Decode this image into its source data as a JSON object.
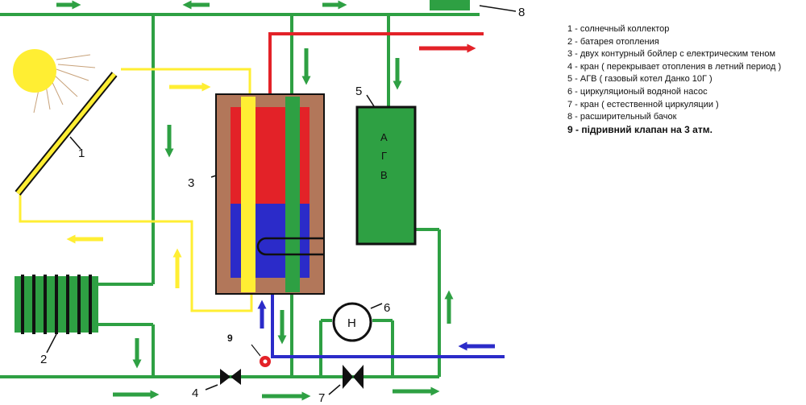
{
  "labels": {
    "n1": "1",
    "n2": "2",
    "n3": "3",
    "n4": "4",
    "n5": "5",
    "n6": "6",
    "n7": "7",
    "n8": "8",
    "n9": "9"
  },
  "boiler_text": [
    "А",
    "Г",
    "В"
  ],
  "pump_letter": "Н",
  "legend": [
    "1 - солнечный коллектор",
    "2 - батарея отопления",
    "3 - двух контурный бойлер с електрическим теном",
    "4 - кран ( перекрывает отопления в летний период )",
    "5 - АГВ ( газовый котел Данко 10Г )",
    "6 - циркуляционый водяной насос",
    "7 - кран ( естественной циркуляции )",
    "8 - расширительный бачок",
    "9 - підривний  клапан на 3 атм."
  ],
  "colors": {
    "green": "#2ea043",
    "red": "#e32228",
    "yellow": "#ffee33",
    "blue": "#2b2bc9",
    "brown": "#b2775a",
    "black": "#111111"
  }
}
